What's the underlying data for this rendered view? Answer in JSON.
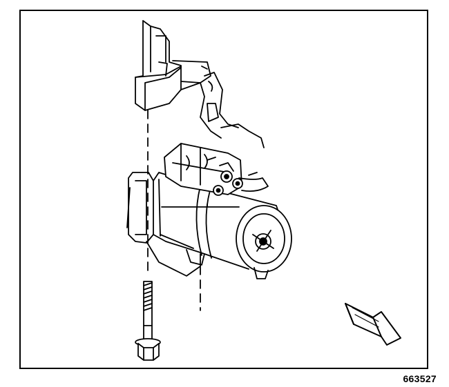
{
  "figure": {
    "id_label": "663527"
  },
  "parts": [
    {
      "name": "engine-block"
    },
    {
      "name": "starter-motor"
    },
    {
      "name": "starter-solenoid"
    },
    {
      "name": "mounting-bolt"
    },
    {
      "name": "front-direction-arrow"
    }
  ]
}
